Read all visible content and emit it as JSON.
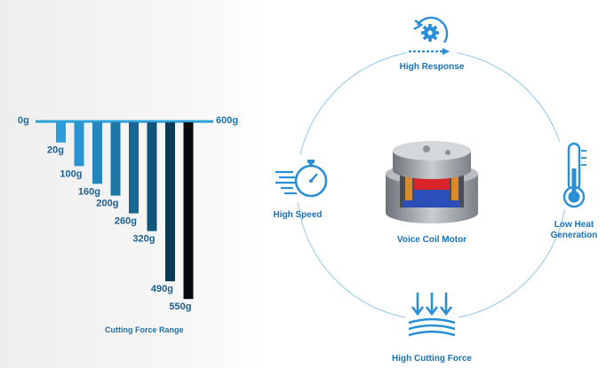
{
  "cutting_force": {
    "min_label": "0g",
    "max_label": "600g",
    "caption": "Cutting Force Range",
    "bars": [
      {
        "label": "20g",
        "value": 20,
        "color": "#2b9fdc"
      },
      {
        "label": "100g",
        "value": 100,
        "color": "#2a95cf"
      },
      {
        "label": "160g",
        "value": 160,
        "color": "#2586bb"
      },
      {
        "label": "200g",
        "value": 200,
        "color": "#1d77a7"
      },
      {
        "label": "260g",
        "value": 260,
        "color": "#166793"
      },
      {
        "label": "320g",
        "value": 320,
        "color": "#0f557a"
      },
      {
        "label": "490g",
        "value": 490,
        "color": "#0b3a55"
      },
      {
        "label": "550g",
        "value": 550,
        "color": "#070c10"
      }
    ]
  },
  "features": {
    "center": "Voice Coil Motor",
    "top": "High Response",
    "left": "High Speed",
    "right_line1": "Low Heat",
    "right_line2": "Generation",
    "bottom": "High Cutting Force"
  },
  "icons": {
    "top": "gear-arrow-icon",
    "left": "stopwatch-speed-icon",
    "right": "thermometer-icon",
    "bottom": "downward-force-icon",
    "center": "voice-coil-motor-illustration"
  },
  "colors": {
    "accent": "#2b8fd6",
    "circle": "#9fd0ec"
  }
}
